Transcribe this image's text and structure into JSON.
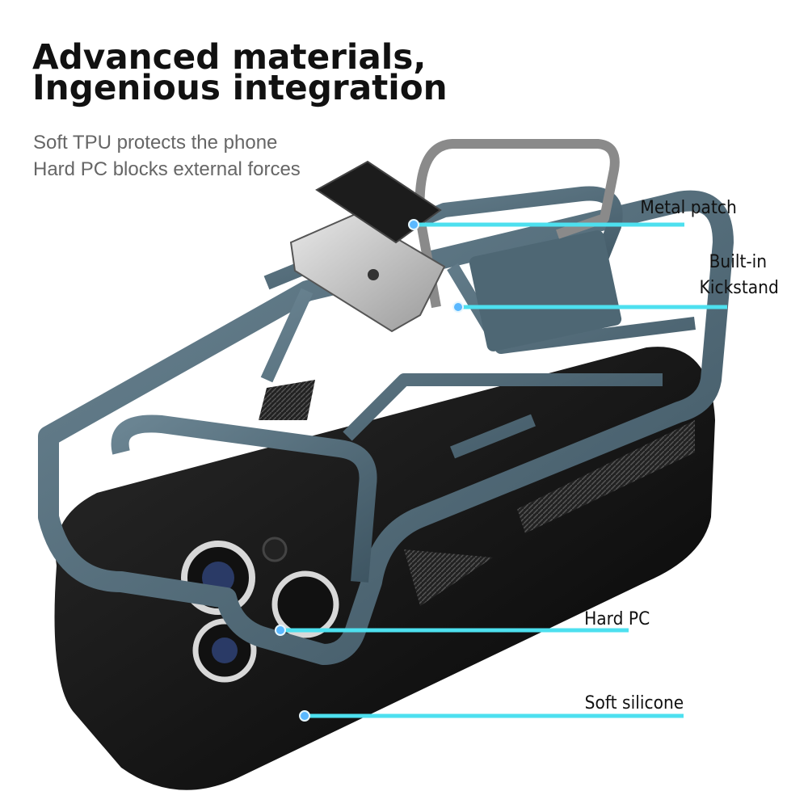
{
  "headline": {
    "line1": "Advanced materials,",
    "line2": "Ingenious integration"
  },
  "subtitle": {
    "line1": "Soft TPU protects the phone",
    "line2": "Hard PC blocks external forces"
  },
  "callouts": [
    {
      "label_line1": "Metal patch"
    },
    {
      "label_line1": "Built-in",
      "label_line2": "Kickstand"
    },
    {
      "label_line1": "Hard PC"
    },
    {
      "label_line1": "Soft silicone"
    }
  ],
  "colors": {
    "callout_line": "#4de0ef",
    "frame": "#4d6675",
    "silicone": "#141414"
  }
}
